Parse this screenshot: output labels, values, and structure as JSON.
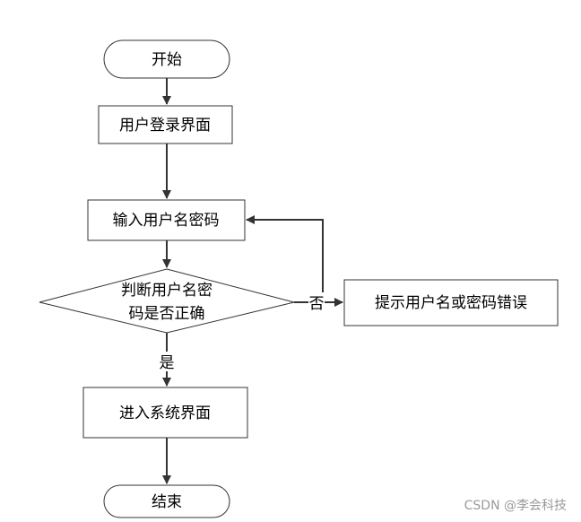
{
  "nodes": {
    "start": "开始",
    "login_screen": "用户登录界面",
    "input_credentials": "输入用户名密码",
    "check_line1": "判断用户名密",
    "check_line2": "码是否正确",
    "error_prompt": "提示用户名或密码错误",
    "enter_system": "进入系统界面",
    "end": "结束"
  },
  "edges": {
    "no_label": "否",
    "yes_label": "是"
  },
  "watermark": "CSDN @李会科技",
  "colors": {
    "stroke": "#333333",
    "text": "#000000",
    "watermark": "#9a9a9a"
  }
}
